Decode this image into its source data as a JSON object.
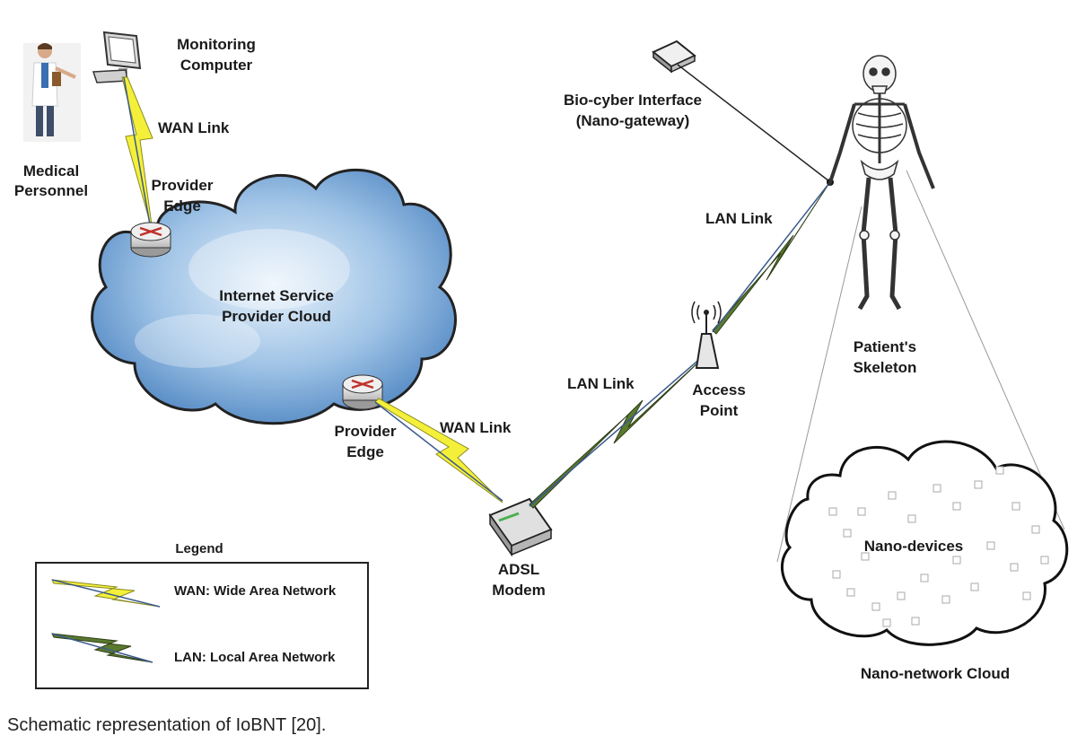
{
  "diagram": {
    "monitoring_computer": "Monitoring Computer",
    "monitoring_computer_line1": "Monitoring",
    "monitoring_computer_line2": "Computer",
    "medical_personnel_line1": "Medical",
    "medical_personnel_line2": "Personnel",
    "wan_link_top": "WAN Link",
    "provider_edge_top_line1": "Provider",
    "provider_edge_top_line2": "Edge",
    "isp_cloud_line1": "Internet Service",
    "isp_cloud_line2": "Provider Cloud",
    "provider_edge_bottom_line1": "Provider",
    "provider_edge_bottom_line2": "Edge",
    "wan_link_bottom": "WAN Link",
    "adsl_line1": "ADSL",
    "adsl_line2": "Modem",
    "lan_link_lower": "LAN Link",
    "access_point_line1": "Access",
    "access_point_line2": "Point",
    "lan_link_upper": "LAN Link",
    "bio_cyber_line1": "Bio-cyber Interface",
    "bio_cyber_line2": "(Nano-gateway)",
    "skeleton_line1": "Patient's",
    "skeleton_line2": "Skeleton",
    "nano_devices": "Nano-devices",
    "nano_network_cloud": "Nano-network Cloud"
  },
  "legend": {
    "title": "Legend",
    "wan": "WAN: Wide Area Network",
    "lan": "LAN: Local Area Network"
  },
  "colors": {
    "wan_bolt": "#f4f03a",
    "lan_bolt": "#5a7a2e",
    "cloud_blue": "#6f9fd0",
    "router_red": "#c0302a"
  },
  "caption": "Schematic representation of IoBNT [20]."
}
